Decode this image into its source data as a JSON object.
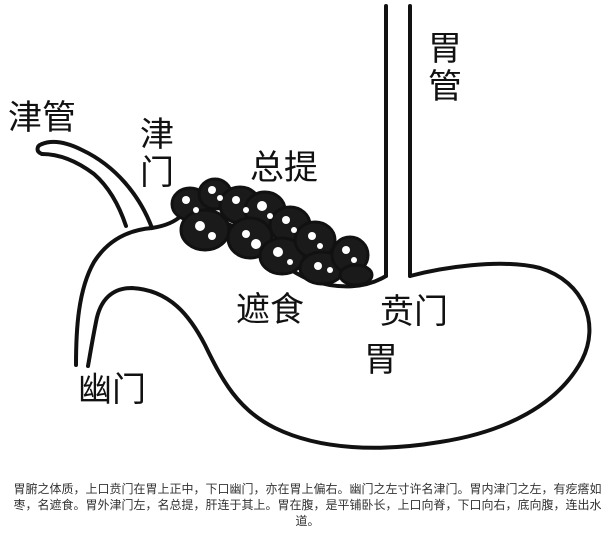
{
  "labels": {
    "wei_guan": "胃管",
    "jin_guan": "津管",
    "jin_men": "津门",
    "zong_ti": "总提",
    "zhe_shi": "遮食",
    "ben_men": "贲门",
    "wei": "胃",
    "you_men": "幽门"
  },
  "caption": "胃腑之体质，上口贲门在胃上正中，下口幽门，亦在胃上偏右。幽门之左寸许名津门。胃内津门之左，有疙瘩如枣，名遮食。胃外津门左，名总提，肝连于其上。胃在腹，是平铺卧长，上口向脊，下口向右，底向腹，连出水道。"
}
